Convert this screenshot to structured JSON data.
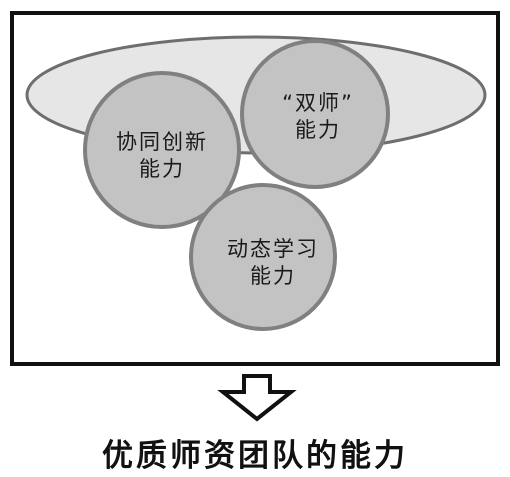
{
  "diagram": {
    "circles": [
      {
        "line1": "协同创新",
        "line2": "能力"
      },
      {
        "line1": "“双师”",
        "line2": "能力"
      },
      {
        "line1": "动态学习",
        "line2": "能力"
      }
    ],
    "caption": "优质师资团队的能力"
  },
  "colors": {
    "frame": "#111111",
    "ellipse_fill": "#e6e6e6",
    "ellipse_stroke": "#6e6e6e",
    "circle_fill": "#c3c3c3",
    "circle_stroke": "#808080",
    "arrow_stroke": "#111111"
  }
}
